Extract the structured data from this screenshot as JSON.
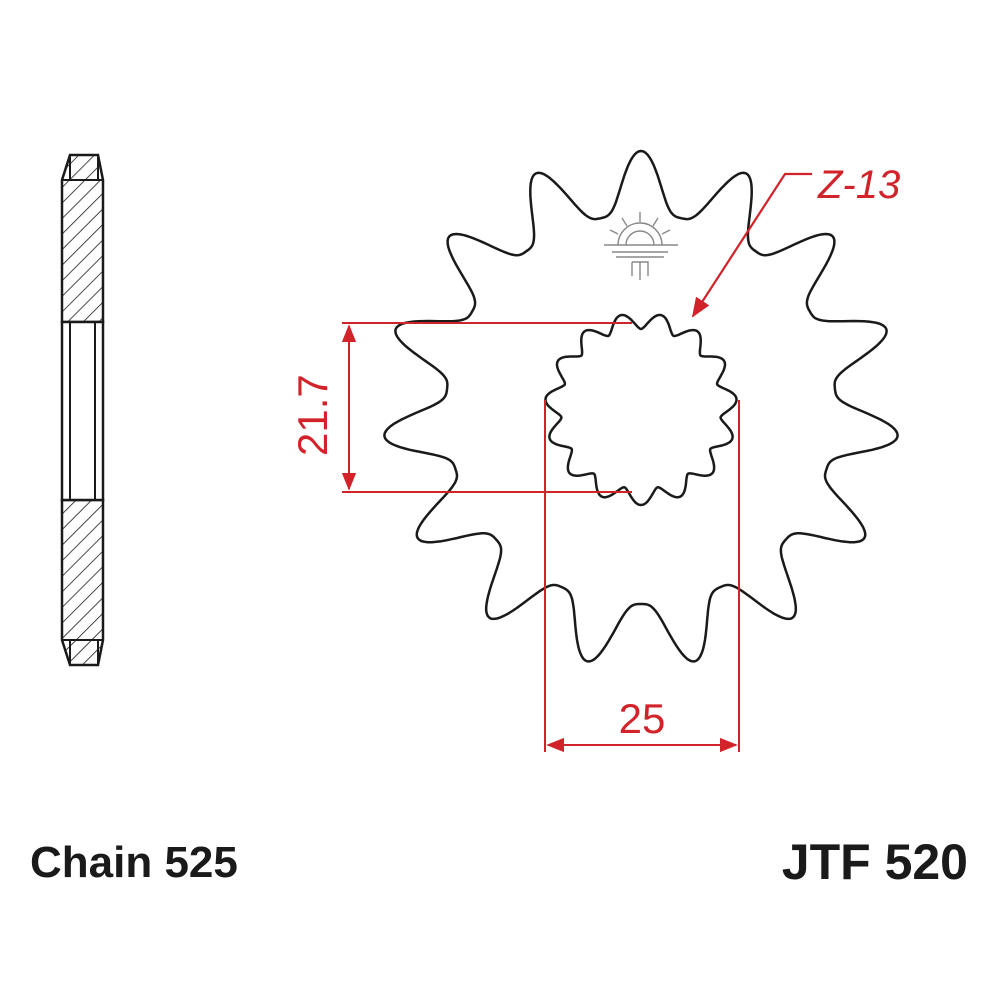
{
  "labels": {
    "chain": "Chain 525",
    "part_number": "JTF 520"
  },
  "dimensions": {
    "teeth_count": "Z-13",
    "height": "21.7",
    "width": "25"
  },
  "sprocket": {
    "outer_teeth": 15,
    "spline_teeth": 15
  },
  "colors": {
    "outline": "#1a1a1a",
    "dimension": "#d2232a",
    "background": "#ffffff"
  }
}
